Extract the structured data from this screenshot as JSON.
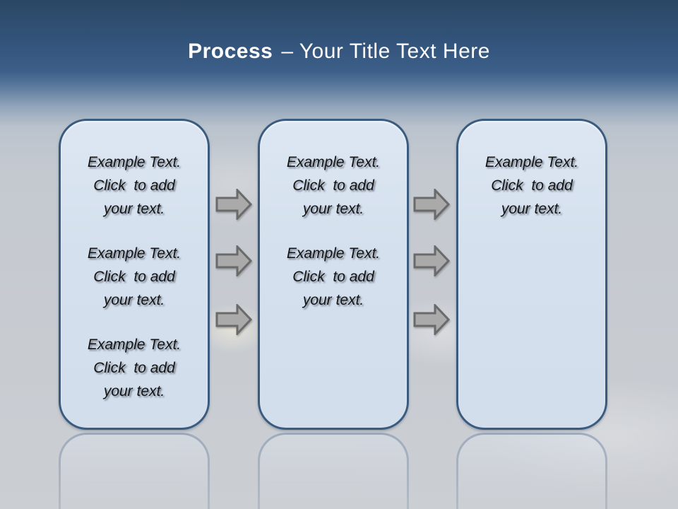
{
  "slide": {
    "title": {
      "emphasis": "Process",
      "rest": "– Your Title Text Here"
    },
    "process": {
      "columns": [
        {
          "name": "step-1",
          "text_blocks": [
            [
              "Example Text.",
              "Click  to add",
              "your text."
            ],
            [
              "Example Text.",
              "Click  to add",
              "your text."
            ],
            [
              "Example Text.",
              "Click  to add",
              "your text."
            ]
          ]
        },
        {
          "name": "step-2",
          "text_blocks": [
            [
              "Example Text.",
              "Click  to add",
              "your text."
            ],
            [
              "Example Text.",
              "Click  to add",
              "your text."
            ]
          ]
        },
        {
          "name": "step-3",
          "text_blocks": [
            [
              "Example Text.",
              "Click  to add",
              "your text."
            ]
          ]
        }
      ],
      "arrows": {
        "between_step1_step2": 3,
        "between_step2_step3": 3,
        "direction": "right"
      }
    },
    "colors": {
      "header_top": "#2b4765",
      "header_mid": "#3c5f89",
      "background_gray": "#c7cbd1",
      "box_fill": "#d5e0ee",
      "box_border": "#3a5b7e",
      "arrow_fill": "#aaaaaa",
      "arrow_border": "#6a6a6a",
      "title_text": "#ffffff",
      "body_text": "#141414"
    }
  }
}
